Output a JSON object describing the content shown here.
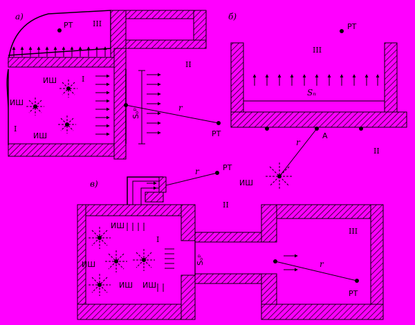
{
  "labels": {
    "panel_a": "а)",
    "panel_b": "б)",
    "panel_v": "в)",
    "rt": "РТ",
    "ish": "ИШ",
    "room_1": "I",
    "room_2": "II",
    "room_3": "III",
    "s_opening": "Sₒᵖ",
    "s_floor": "Sₙ",
    "r": "r",
    "point_a": "A"
  },
  "colors": {
    "background": "#ff00ff",
    "ink": "#000000"
  }
}
